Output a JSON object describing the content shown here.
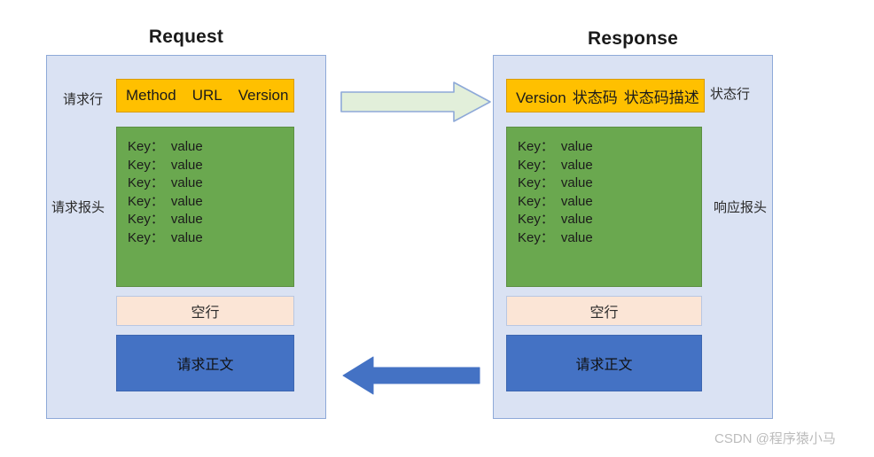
{
  "diagram": {
    "watermark": "CSDN @程序猿小马",
    "colors": {
      "panel_fill": "#DAE2F3",
      "panel_border": "#8EA9D8",
      "startline_fill": "#FFC000",
      "headers_fill": "#6AA84F",
      "blank_fill": "#FBE5D6",
      "body_fill": "#4472C4",
      "arrow_right_fill": "#E2EFDA",
      "arrow_right_border": "#8EA9D8",
      "arrow_left_fill": "#4472C4"
    }
  },
  "request": {
    "title": "Request",
    "start_line_label": "请求行",
    "start_line_parts": [
      "Method",
      "URL",
      "Version"
    ],
    "headers_label": "请求报头",
    "headers": [
      {
        "key": "Key：",
        "value": "value"
      },
      {
        "key": "Key：",
        "value": "value"
      },
      {
        "key": "Key：",
        "value": "value"
      },
      {
        "key": "Key：",
        "value": "value"
      },
      {
        "key": "Key：",
        "value": "value"
      },
      {
        "key": "Key：",
        "value": "value"
      }
    ],
    "blank_line": "空行",
    "body": "请求正文"
  },
  "response": {
    "title": "Response",
    "status_line_label": "状态行",
    "status_line_parts": [
      "Version",
      "状态码",
      "状态码描述"
    ],
    "headers_label": "响应报头",
    "headers": [
      {
        "key": "Key：",
        "value": "value"
      },
      {
        "key": "Key：",
        "value": "value"
      },
      {
        "key": "Key：",
        "value": "value"
      },
      {
        "key": "Key：",
        "value": "value"
      },
      {
        "key": "Key：",
        "value": "value"
      },
      {
        "key": "Key：",
        "value": "value"
      }
    ],
    "blank_line": "空行",
    "body": "请求正文"
  },
  "arrows": {
    "top": {
      "name": "request-flow-arrow",
      "direction": "right"
    },
    "bottom": {
      "name": "response-flow-arrow",
      "direction": "left"
    }
  }
}
